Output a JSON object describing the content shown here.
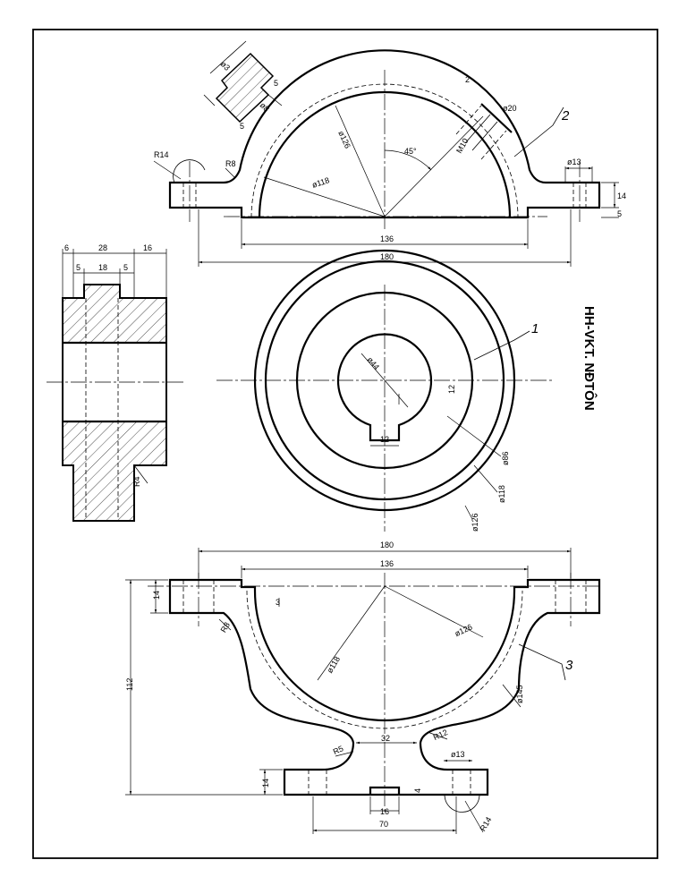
{
  "title_block": {
    "text": "HH-VKT. NĐTÔN"
  },
  "part_labels": {
    "p1": "1",
    "p2": "2",
    "p3": "3"
  },
  "top_view": {
    "d_180": "180",
    "d_136": "136",
    "d_118": "ø118",
    "d_126": "ø126",
    "d_r14": "R14",
    "d_r8": "R8",
    "d_13": "ø13",
    "d_14": "14",
    "d_5": "5",
    "d_45": "45°",
    "d_m10": "M10",
    "d_20": "ø20",
    "d_2": "2",
    "detail_d3": "ø3",
    "detail_d8": "ø8",
    "detail_5a": "5",
    "detail_5b": "5"
  },
  "left_view": {
    "d_6": "6",
    "d_28": "28",
    "d_16": "16",
    "d_5a": "5",
    "d_18": "18",
    "d_5b": "5",
    "d_r4": "R4"
  },
  "middle_view": {
    "d_44": "ø44",
    "d_12v": "12",
    "d_12h": "12",
    "d_86": "ø86",
    "d_118": "ø118",
    "d_126": "ø126"
  },
  "bottom_view": {
    "d_180": "180",
    "d_136": "136",
    "d_14": "14",
    "d_3": "3",
    "d_r8": "R8",
    "d_118": "ø118",
    "d_126": "ø126",
    "d_145": "ø145",
    "d_112": "112",
    "d_r12": "R12",
    "d_r5": "R5",
    "d_32": "32",
    "d_13": "ø13",
    "d_14b": "14",
    "d_4": "4",
    "d_16": "16",
    "d_70": "70",
    "d_r14": "R14"
  }
}
